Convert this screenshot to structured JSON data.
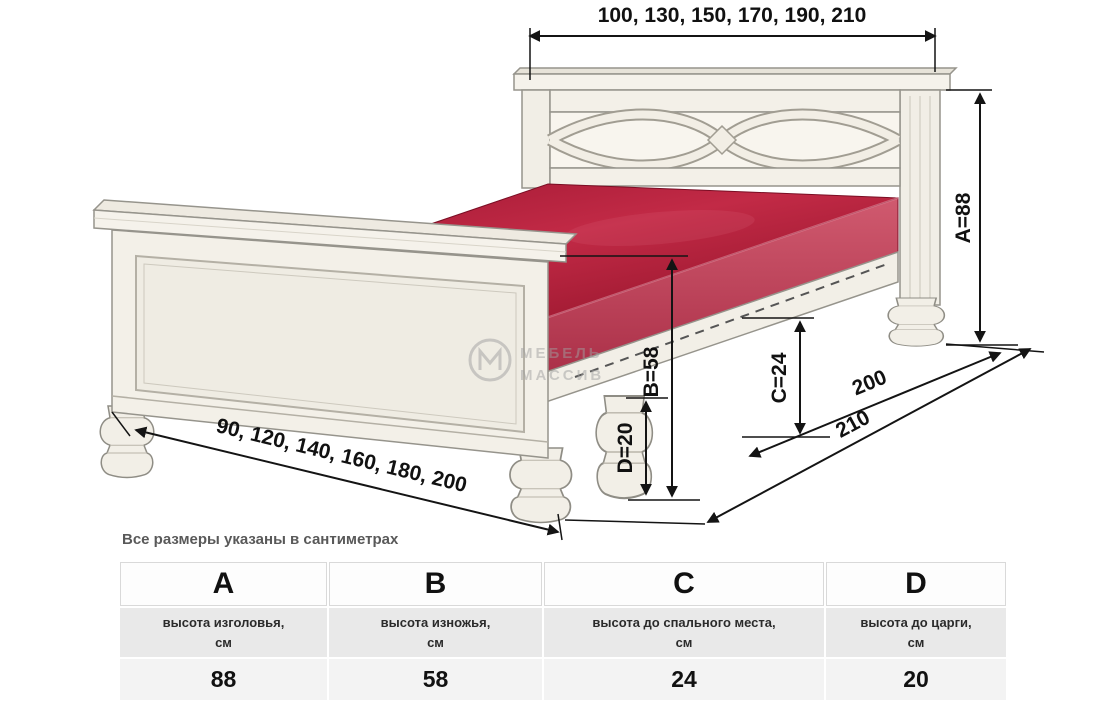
{
  "diagram": {
    "top_width": "100, 130, 150, 170, 190, 210",
    "bottom_width": "90, 120, 140, 160, 180, 200",
    "dim_a": "А=88",
    "dim_b": "В=58",
    "dim_c": "С=24",
    "dim_d": "D=20",
    "length_mattress": "200",
    "length_total": "210",
    "watermark_line1": "МЕБЕЛЬ",
    "watermark_line2": "МАССИВ"
  },
  "note": "Все размеры указаны в сантиметрах",
  "table": {
    "columns": [
      {
        "letter": "A",
        "desc": "высота изголовья,",
        "unit": "см",
        "value": "88"
      },
      {
        "letter": "B",
        "desc": "высота изножья,",
        "unit": "см",
        "value": "58"
      },
      {
        "letter": "C",
        "desc": "высота до спального места,",
        "unit": "см",
        "value": "24"
      },
      {
        "letter": "D",
        "desc": "высота до царги,",
        "unit": "см",
        "value": "20"
      }
    ]
  }
}
